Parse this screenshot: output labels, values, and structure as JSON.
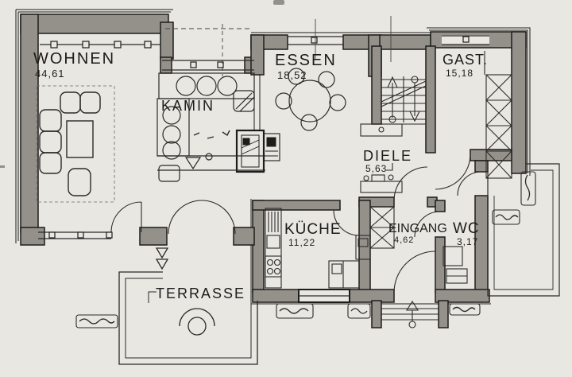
{
  "colors": {
    "paper": "#e9e7e2",
    "ink": "#1d1d1b",
    "wall_fill": "#94918b"
  },
  "rooms": {
    "wohnen": {
      "label": "WOHNEN",
      "area": "44,61"
    },
    "essen": {
      "label": "ESSEN",
      "area": "18,52"
    },
    "kamin": {
      "label": "KAMIN"
    },
    "gast": {
      "label": "GAST.",
      "area": "15,18"
    },
    "diele": {
      "label": "DIELE",
      "area": "5,63"
    },
    "kueche": {
      "label": "KÜCHE",
      "area": "11,22"
    },
    "eingang": {
      "label": "EINGANG",
      "area": "4,62"
    },
    "wc": {
      "label": "WC",
      "area": "3,17"
    },
    "terrasse": {
      "label": "TERRASSE"
    }
  }
}
